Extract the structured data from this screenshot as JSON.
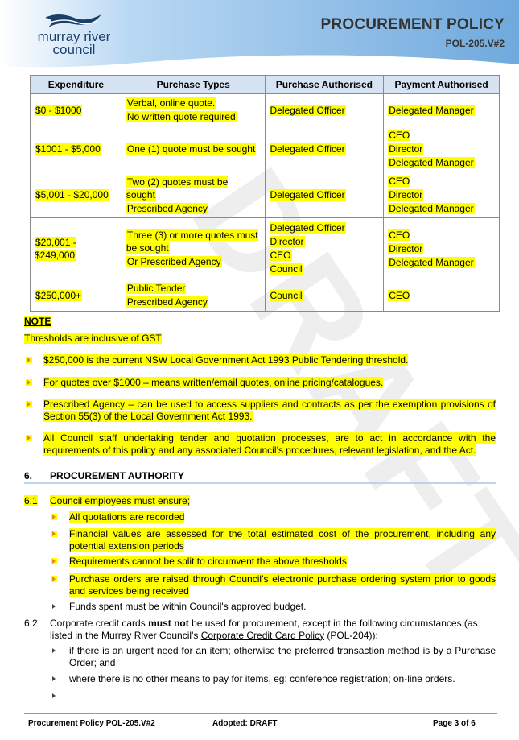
{
  "header": {
    "logo_line1": "murray river",
    "logo_line2": "council",
    "title": "PROCUREMENT POLICY",
    "doc_number": "POL-205.V#2"
  },
  "table": {
    "headers": [
      "Expenditure",
      "Purchase Types",
      "Purchase Authorised",
      "Payment Authorised"
    ],
    "rows": [
      {
        "expenditure": "$0 - $1000",
        "types": [
          "Verbal, online quote.",
          "No written quote required"
        ],
        "purchase": [
          "Delegated Officer"
        ],
        "payment": [
          "Delegated Manager"
        ]
      },
      {
        "expenditure": "$1001 - $5,000",
        "types": [
          "One (1) quote must be sought"
        ],
        "purchase": [
          "Delegated Officer"
        ],
        "payment": [
          "CEO",
          "Director",
          "Delegated Manager"
        ]
      },
      {
        "expenditure": "$5,001 - $20,000",
        "types": [
          "Two (2) quotes must be sought",
          "Prescribed Agency"
        ],
        "purchase": [
          "Delegated Officer"
        ],
        "payment": [
          "CEO",
          "Director",
          "Delegated Manager"
        ]
      },
      {
        "expenditure": "$20,001 - $249,000",
        "types": [
          "Three (3) or more quotes must be sought",
          "Or Prescribed Agency"
        ],
        "purchase": [
          "Delegated Officer",
          "Director",
          "CEO",
          "Council"
        ],
        "payment": [
          "CEO",
          "Director",
          "Delegated Manager"
        ]
      },
      {
        "expenditure": "$250,000+",
        "types": [
          "Public Tender",
          "Prescribed Agency"
        ],
        "purchase": [
          "Council"
        ],
        "payment": [
          "CEO"
        ]
      }
    ]
  },
  "note": {
    "label": "NOTE",
    "line": "Thresholds are inclusive of GST",
    "bullets": [
      "$250,000 is the current NSW Local Government Act 1993 Public Tendering threshold.",
      "For quotes over $1000 – means written/email quotes, online pricing/catalogues.",
      "Prescribed Agency – can be used to access suppliers and contracts as per the exemption provisions of Section 55(3) of the Local Government Act 1993.",
      "All Council staff undertaking tender and quotation processes, are to act in accordance with the requirements of this policy and any associated Council’s procedures, relevant legislation, and the Act."
    ]
  },
  "section6": {
    "number": "6.",
    "title": "PROCUREMENT AUTHORITY",
    "s61_number": "6.1",
    "s61_text": "Council employees must ensure;",
    "s61_bullets": [
      "All quotations are recorded",
      "Financial values are assessed for the total estimated cost of the procurement, including any potential extension periods",
      "Requirements cannot be split to circumvent the above thresholds",
      "Purchase orders are raised through Council’s electronic purchase ordering system prior to goods and services being received",
      "Funds spent must be within Council's approved budget."
    ],
    "s62_number": "6.2",
    "s62_pre": "Corporate credit cards ",
    "s62_bold": "must not",
    "s62_mid": " be used for procurement, except in the following circumstances (as listed in the Murray River Council's ",
    "s62_link": "Corporate Credit Card Policy",
    "s62_post": " (POL-204)):",
    "s62_bullets": [
      "if there is an urgent need for an item; otherwise the preferred transaction method is by a Purchase Order; and",
      "where there is no other means to pay for items, eg: conference registration; on-line orders.",
      ""
    ]
  },
  "watermark": "DRAFT",
  "footer": {
    "left": "Procurement Policy POL-205.V#2",
    "center": "Adopted: DRAFT",
    "right": "Page 3 of 6"
  },
  "colors": {
    "highlight": "#ffff00",
    "header_band": "#7fb6e6",
    "table_header": "#d6e3f2",
    "bullet": "#e8821e"
  }
}
